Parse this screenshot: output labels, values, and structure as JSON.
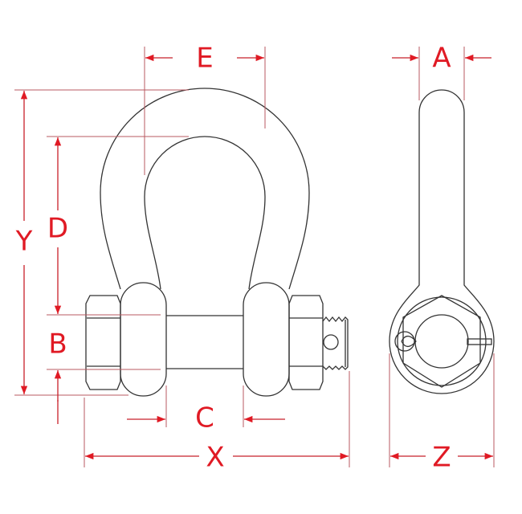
{
  "title_dims": {
    "E": "E",
    "A": "A",
    "Y": "Y",
    "D": "D",
    "B": "B",
    "C": "C",
    "X": "X",
    "Z": "Z"
  },
  "colors": {
    "dimension": "#e01a24",
    "outline": "#333333"
  }
}
